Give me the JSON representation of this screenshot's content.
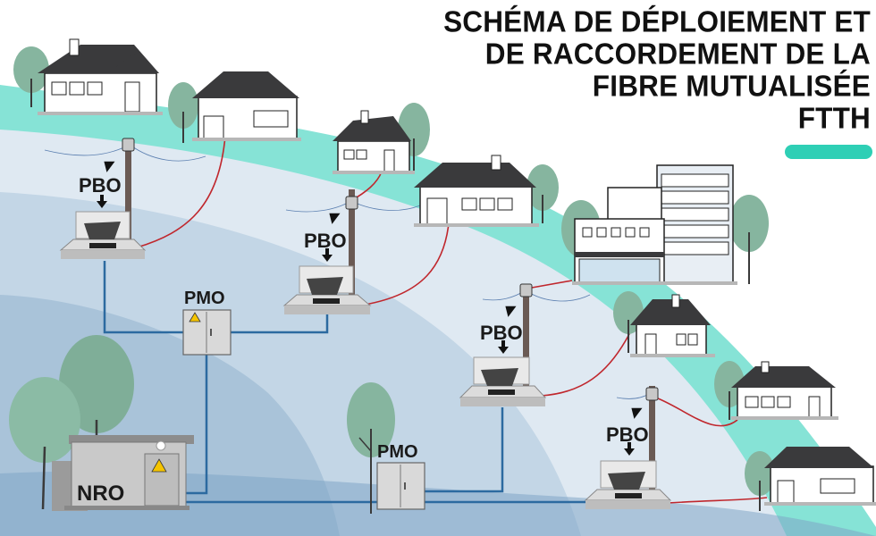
{
  "title": {
    "lines": [
      "SCHÉMA DE DÉPLOIEMENT ET",
      "DE RACCORDEMENT DE LA",
      "FIBRE MUTUALISÉE",
      "FTTH"
    ]
  },
  "labels": {
    "pbo": "PBO",
    "pmo": "PMO",
    "nro": "NRO"
  },
  "colors": {
    "teal": "#86e3d6",
    "light_blue": "#d3e2ee",
    "mid_blue": "#a9c3d9",
    "deep_blue": "#7fa6c7",
    "fiber_blue": "#2c6aa0",
    "fiber_red": "#c0272d",
    "accent": "#2ecfb5"
  }
}
